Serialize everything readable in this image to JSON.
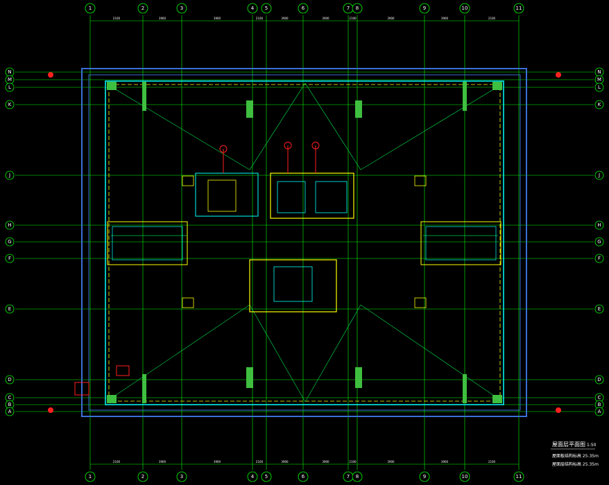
{
  "drawing": {
    "title": "屋面层平面图",
    "scale": "1:50",
    "notes": [
      "屋面板结构标高 25.35m",
      "屋面层结构标高 25.35m"
    ]
  },
  "colors": {
    "background": "#000000",
    "grid_line": "#00ff00",
    "outline": "#00ffff",
    "outer_boundary": "#3a6fd8",
    "wall": "#3fbf3f",
    "dashed": "#ffff00",
    "label": "#ffffff",
    "red": "#ff2020",
    "magenta": "#ff33ff"
  },
  "grid": {
    "columns": [
      "1",
      "2",
      "3",
      "4",
      "5",
      "6",
      "7",
      "8",
      "9",
      "10",
      "11"
    ],
    "rows": [
      "N",
      "M",
      "L",
      "K",
      "J",
      "H",
      "G",
      "F",
      "E",
      "D",
      "C",
      "B",
      "A"
    ]
  },
  "dimensions": {
    "top": [
      "2100",
      "3900",
      "3900",
      "2100",
      "3900",
      "3900",
      "2100",
      "3900",
      "3900",
      "2100"
    ],
    "bottom": [
      "2100",
      "3900",
      "3900",
      "2100",
      "3900",
      "3900",
      "2100",
      "3900",
      "3900",
      "2100"
    ]
  }
}
